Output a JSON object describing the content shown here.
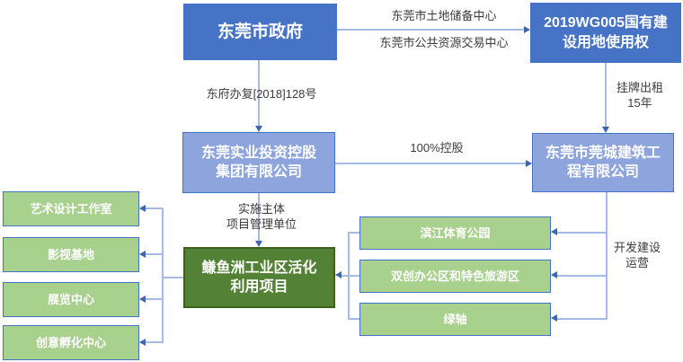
{
  "nodes": {
    "government": "东莞市政府",
    "land_use_right": "2019WG005国有建设用地使用权",
    "investment_group": "东莞实业投资控股集团有限公司",
    "construction_company": "东莞市莞城建筑工程有限公司",
    "project": "鳒鱼洲工业区活化利用项目",
    "left_facilities": [
      "艺术设计工作室",
      "影视基地",
      "展览中心",
      "创意孵化中心"
    ],
    "right_zones": [
      "滨江体育公园",
      "双创办公区和特色旅游区",
      "绿轴"
    ]
  },
  "edges": {
    "land_reserve_center": "东莞市土地储备中心",
    "public_resource_center": "东莞市公共资源交易中心",
    "approval_doc": "东府办复[2018]128号",
    "lease": [
      "挂牌出租",
      "15年"
    ],
    "holding": "100%控股",
    "implementation": [
      "实施主体",
      "项目管理单位"
    ],
    "development": [
      "开发建设",
      "运营"
    ]
  },
  "colors": {
    "dark_blue": "#4673C6",
    "light_blue": "#8EA4DC",
    "light_green": "#A9D18E",
    "dark_green": "#538135",
    "connector_line": "#A6BAE7",
    "arrowhead": "#3A66B5",
    "label_text": "#3B3B3B"
  }
}
